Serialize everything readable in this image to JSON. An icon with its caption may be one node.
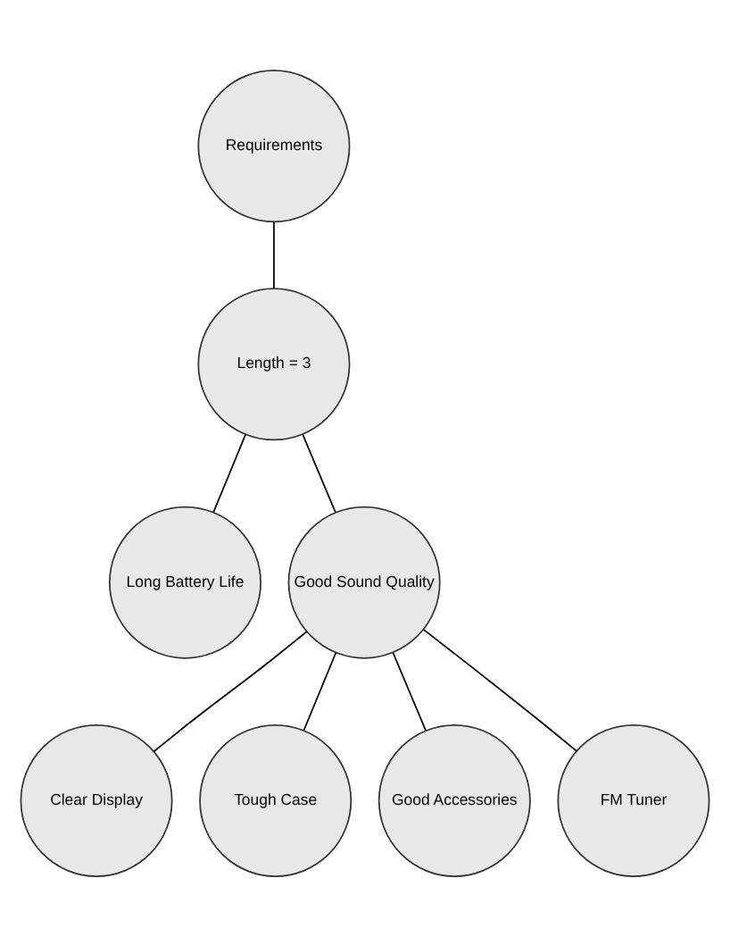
{
  "diagram": {
    "nodes": [
      {
        "text": [
          "Requirements"
        ]
      },
      {
        "text": [
          "Length = 3"
        ]
      },
      {
        "text": [
          "Long Battery Life"
        ]
      },
      {
        "text": [
          "Good Sound Quality"
        ]
      },
      {
        "text": [
          "Clear Display"
        ]
      },
      {
        "text": [
          "Tough Case"
        ]
      },
      {
        "text": [
          "Good Accessories"
        ]
      },
      {
        "text": [
          "FM Tuner"
        ]
      }
    ],
    "edges": [
      {
        "from": 0,
        "to": 1,
        "arrow": "none"
      },
      {
        "from": 1,
        "to": 2,
        "arrow": "none"
      },
      {
        "from": 1,
        "to": 3,
        "arrow": "none"
      },
      {
        "from": 3,
        "to": 4,
        "arrow": "none"
      },
      {
        "from": 3,
        "to": 5,
        "arrow": "none"
      },
      {
        "from": 3,
        "to": 6,
        "arrow": "none"
      },
      {
        "from": 3,
        "to": 7,
        "arrow": "none"
      }
    ]
  }
}
